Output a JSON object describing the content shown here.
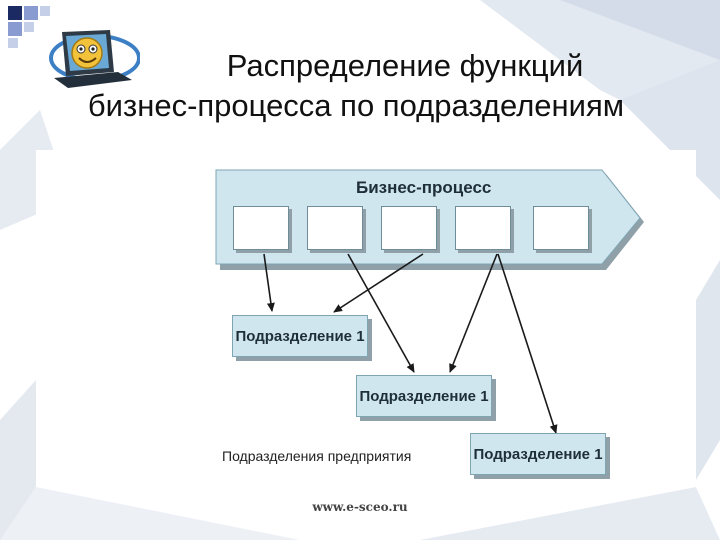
{
  "title": {
    "line1": "Распределение функций",
    "line2": "бизнес-процесса по подразделениям"
  },
  "diagram": {
    "process_label": "Бизнес-процесс",
    "departments": [
      "Подразделение 1",
      "Подразделение 1",
      "Подразделение 1"
    ],
    "caption": "Подразделения предприятия"
  },
  "footer": {
    "url": "www.e-sceo.ru"
  },
  "colors": {
    "process_fill": "#cfe6ef",
    "arrow": "#1a1a1a",
    "background_accent": "#dfe6ef"
  }
}
